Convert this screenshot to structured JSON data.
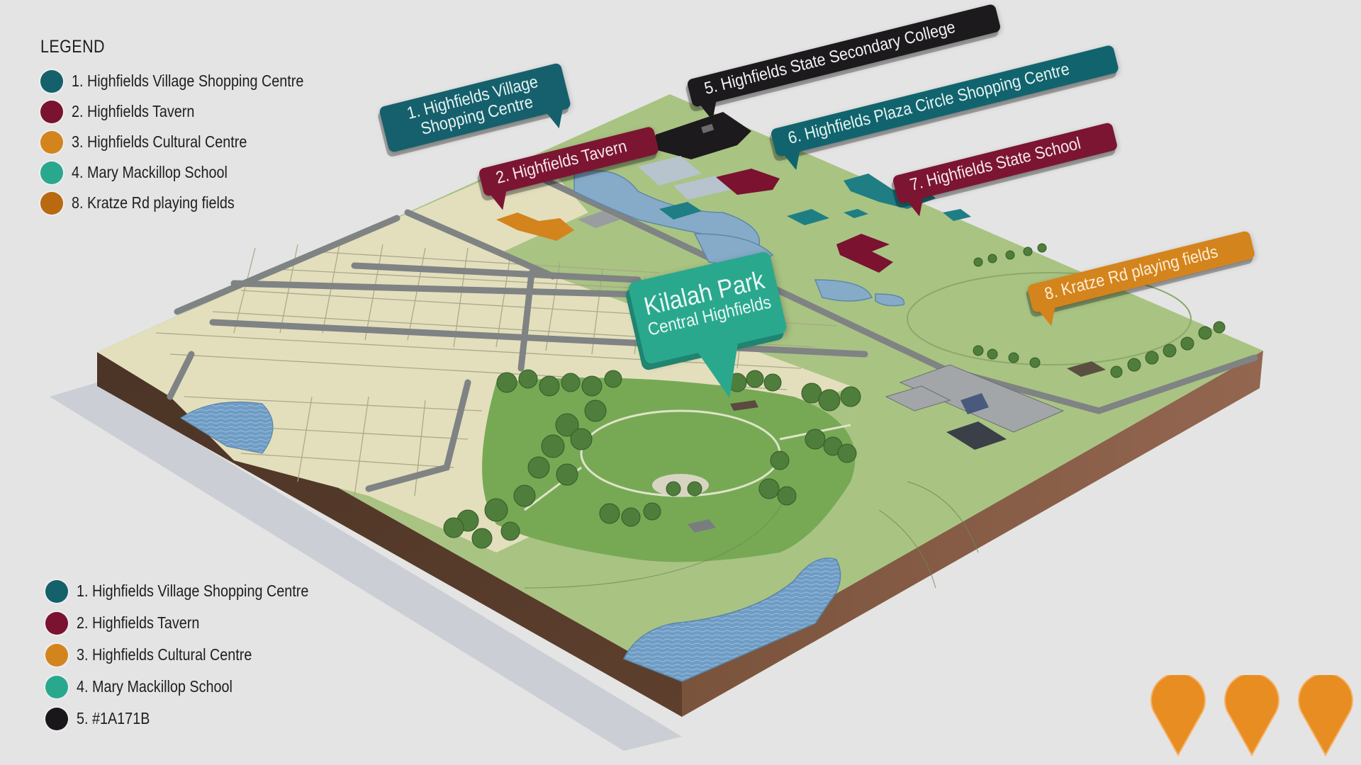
{
  "legend_top": {
    "title": "LEGEND",
    "items": [
      {
        "label": "1. Highfields Village Shopping Centre",
        "color": "#14606b"
      },
      {
        "label": "2. Highfields Tavern",
        "color": "#7a1230"
      },
      {
        "label": "3. Highfields Cultural Centre",
        "color": "#d4841c"
      },
      {
        "label": "4. Mary Mackillop School",
        "color": "#2aa88e"
      },
      {
        "label": "8. Kratze Rd playing fields",
        "color": "#b9690f"
      }
    ]
  },
  "legend_bottom": {
    "items": [
      {
        "label": "1. Highfields Village Shopping Centre",
        "color": "#14606b"
      },
      {
        "label": "2. Highfields Tavern",
        "color": "#7a1230"
      },
      {
        "label": "3. Highfields Cultural Centre",
        "color": "#d4841c"
      },
      {
        "label": "4. Mary Mackillop School",
        "color": "#2aa88e"
      },
      {
        "label": "5. #1A171B",
        "color": "#1a171b"
      }
    ]
  },
  "callouts": [
    {
      "id": "village-shopping-centre",
      "line1": "1. Highfields Village",
      "line2": "Shopping Centre",
      "color": "#15606c"
    },
    {
      "id": "tavern",
      "label": "2. Highfields Tavern",
      "color": "#7c1532"
    },
    {
      "id": "secondary-college",
      "label": "5. Highfields State Secondary College",
      "color": "#1c1a1d"
    },
    {
      "id": "plaza-circle",
      "label": "6. Highfields Plaza Circle Shopping Centre",
      "color": "#11646d"
    },
    {
      "id": "state-school",
      "label": "7. Highfields State School",
      "color": "#7c1532"
    },
    {
      "id": "kratze-rd",
      "label": "8. Kratze Rd playing fields",
      "color": "#d4841c"
    }
  ],
  "park": {
    "title": "Kilalah Park",
    "subtitle": "Central Highfields",
    "color": "#2aa88e"
  },
  "pins": {
    "count": 3,
    "color": "#e88d22"
  },
  "map_colors": {
    "residential": "#e3dfbd",
    "grass": "#a9c383",
    "park_grass": "#77a955",
    "road": "#7f8383",
    "water": "#6f9cc4",
    "soil": "#6e4a36",
    "trees": "#4f7d3b"
  }
}
